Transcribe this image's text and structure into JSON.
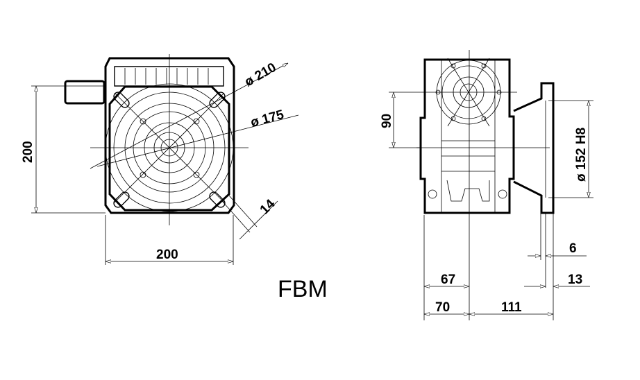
{
  "drawing": {
    "model_label": "FBM",
    "front_view": {
      "dim_flange_outer_diameter": "ø 210",
      "dim_flange_pitch_diameter": "ø 175",
      "dim_hole_size": "14",
      "dim_height": "200",
      "dim_width": "200"
    },
    "side_view": {
      "dim_shaft_offset": "90",
      "dim_spigot_diameter": "ø 152 H8",
      "dim_spigot_depth": "6",
      "dim_flange_thickness": "13",
      "dim_half_body_a": "67",
      "dim_half_body_b": "70",
      "dim_flange_distance": "111"
    }
  }
}
